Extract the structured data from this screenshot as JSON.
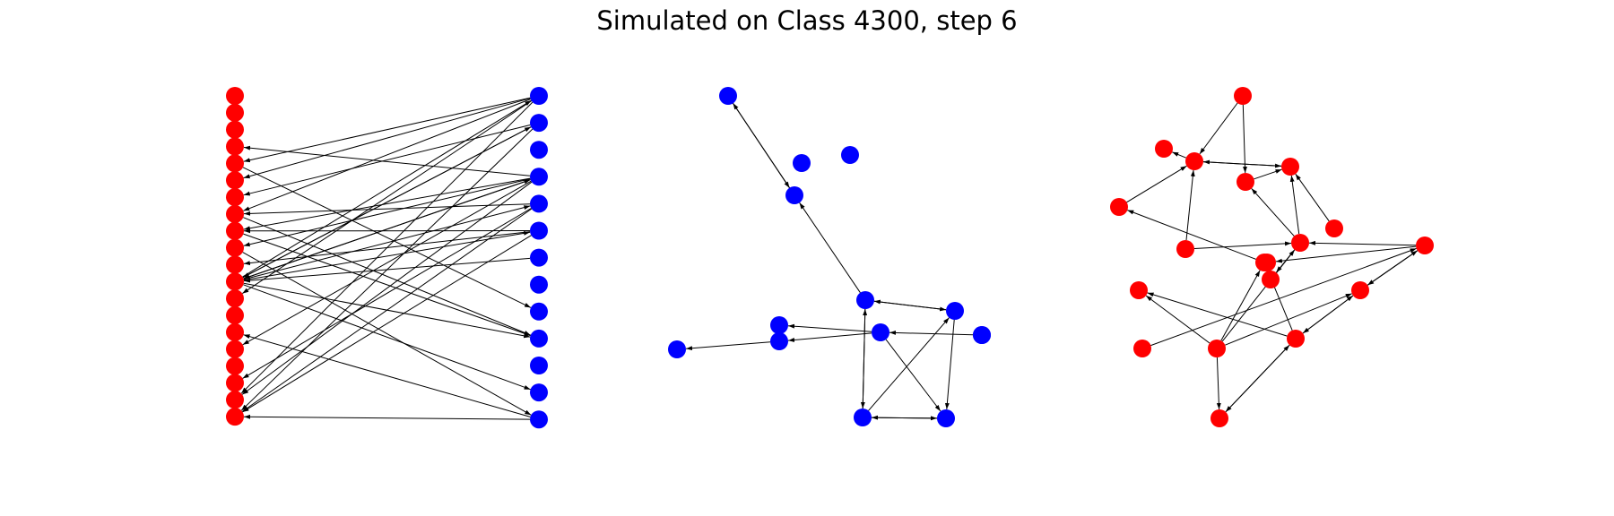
{
  "figure": {
    "title": "Simulated on Class 4300, step 6"
  },
  "colors": {
    "left_nodes": "#ff0000",
    "right_nodes": "#0000ff",
    "edges": "#000000",
    "background": "#ffffff"
  },
  "bipartite": {
    "left_count": 20,
    "right_count": 13,
    "edges": [
      [
        "R0",
        "L4"
      ],
      [
        "R0",
        "L5"
      ],
      [
        "R0",
        "L7"
      ],
      [
        "R0",
        "L12"
      ],
      [
        "R0",
        "L18"
      ],
      [
        "R1",
        "L6"
      ],
      [
        "R1",
        "L11"
      ],
      [
        "R1",
        "L19"
      ],
      [
        "R3",
        "L3"
      ],
      [
        "R3",
        "L8"
      ],
      [
        "R3",
        "L9"
      ],
      [
        "R3",
        "L11"
      ],
      [
        "R3",
        "L15"
      ],
      [
        "R3",
        "L18"
      ],
      [
        "R4",
        "L7"
      ],
      [
        "R4",
        "L17"
      ],
      [
        "R4",
        "L19"
      ],
      [
        "R5",
        "L8"
      ],
      [
        "R5",
        "L10"
      ],
      [
        "R5",
        "L19"
      ],
      [
        "R6",
        "L11"
      ],
      [
        "L4",
        "R8"
      ],
      [
        "L7",
        "R9"
      ],
      [
        "L8",
        "R9"
      ],
      [
        "L11",
        "R0"
      ],
      [
        "L11",
        "R1"
      ],
      [
        "L11",
        "R3"
      ],
      [
        "L11",
        "R4"
      ],
      [
        "L11",
        "R5"
      ],
      [
        "L11",
        "R9"
      ],
      [
        "L11",
        "R11"
      ],
      [
        "L9",
        "R12"
      ],
      [
        "R12",
        "L14"
      ],
      [
        "R12",
        "L19"
      ]
    ]
  },
  "blue_graph": {
    "nodes": [
      "b1",
      "b2",
      "b3",
      "b4",
      "b5",
      "b6",
      "b7",
      "b8",
      "b9",
      "b10",
      "b11",
      "b12",
      "b13",
      "b14"
    ],
    "edges": [
      [
        "b1",
        "b4"
      ],
      [
        "b4",
        "b1"
      ],
      [
        "b5",
        "b4"
      ],
      [
        "b5",
        "b6"
      ],
      [
        "b6",
        "b5"
      ],
      [
        "b5",
        "b13"
      ],
      [
        "b13",
        "b5"
      ],
      [
        "b8",
        "b7"
      ],
      [
        "b8",
        "b9"
      ],
      [
        "b8",
        "b14"
      ],
      [
        "b9",
        "b10"
      ],
      [
        "b12",
        "b8"
      ],
      [
        "b6",
        "b14"
      ],
      [
        "b13",
        "b14"
      ],
      [
        "b14",
        "b13"
      ],
      [
        "b13",
        "b6"
      ]
    ]
  },
  "red_graph": {
    "nodes": [
      "r1",
      "r2",
      "r3",
      "r4",
      "r5",
      "r6",
      "r7",
      "r8",
      "r9",
      "r10",
      "r11",
      "r12",
      "r13",
      "r14",
      "r15",
      "r16",
      "r17",
      "r18",
      "r19"
    ],
    "edges": [
      [
        "r1",
        "r3"
      ],
      [
        "r1",
        "r6"
      ],
      [
        "r3",
        "r2"
      ],
      [
        "r3",
        "r4"
      ],
      [
        "r4",
        "r3"
      ],
      [
        "r6",
        "r4"
      ],
      [
        "r5",
        "r3"
      ],
      [
        "r8",
        "r5"
      ],
      [
        "r7",
        "r9"
      ],
      [
        "r7",
        "r3"
      ],
      [
        "r9",
        "r6"
      ],
      [
        "r9",
        "r4"
      ],
      [
        "r9",
        "r11"
      ],
      [
        "r10",
        "r4"
      ],
      [
        "r12",
        "r9"
      ],
      [
        "r12",
        "r13"
      ],
      [
        "r12",
        "r17"
      ],
      [
        "r17",
        "r12"
      ],
      [
        "r15",
        "r9"
      ],
      [
        "r15",
        "r8"
      ],
      [
        "r15",
        "r14"
      ],
      [
        "r15",
        "r17"
      ],
      [
        "r15",
        "r19"
      ],
      [
        "r16",
        "r8"
      ],
      [
        "r16",
        "r14"
      ],
      [
        "r16",
        "r17"
      ],
      [
        "r16",
        "r19"
      ],
      [
        "r19",
        "r16"
      ],
      [
        "r17",
        "r16"
      ],
      [
        "r18",
        "r12"
      ]
    ]
  }
}
